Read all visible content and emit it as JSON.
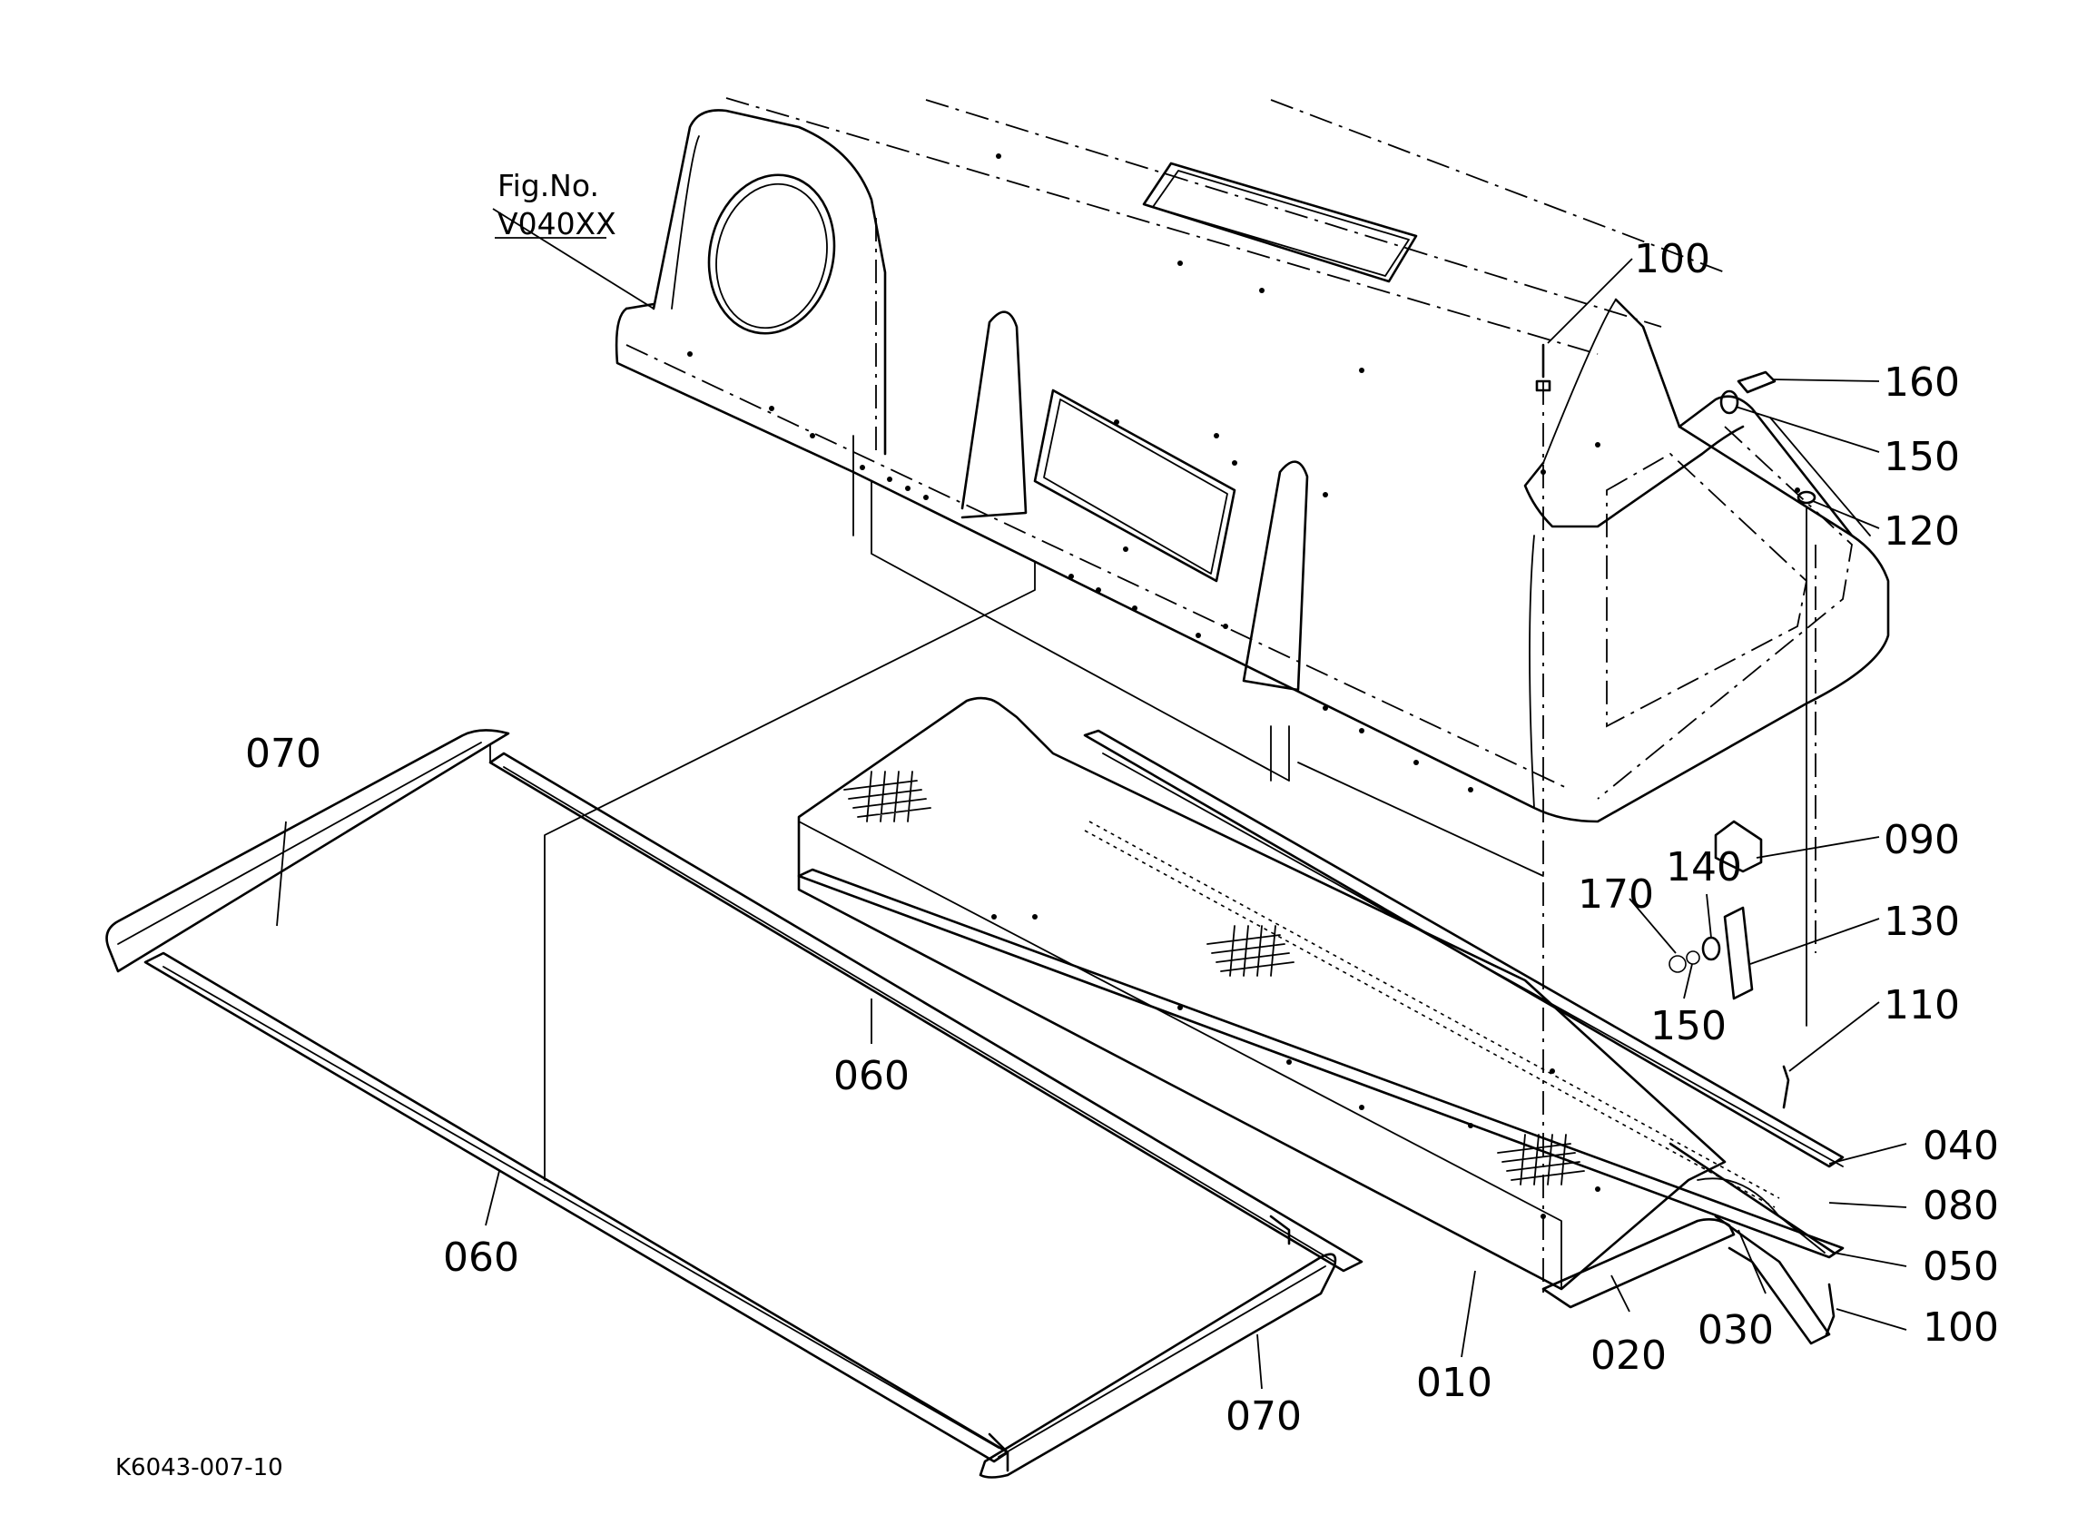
{
  "figure_ref": {
    "line1": "Fig.No.",
    "line2": "V040XX"
  },
  "callouts": [
    {
      "id": "c100a",
      "text": "100"
    },
    {
      "id": "c160",
      "text": "160"
    },
    {
      "id": "c150a",
      "text": "150"
    },
    {
      "id": "c120",
      "text": "120"
    },
    {
      "id": "c090",
      "text": "090"
    },
    {
      "id": "c140",
      "text": "140"
    },
    {
      "id": "c170",
      "text": "170"
    },
    {
      "id": "c130",
      "text": "130"
    },
    {
      "id": "c150b",
      "text": "150"
    },
    {
      "id": "c110",
      "text": "110"
    },
    {
      "id": "c040",
      "text": "040"
    },
    {
      "id": "c080",
      "text": "080"
    },
    {
      "id": "c050",
      "text": "050"
    },
    {
      "id": "c100b",
      "text": "100"
    },
    {
      "id": "c030",
      "text": "030"
    },
    {
      "id": "c020",
      "text": "020"
    },
    {
      "id": "c010",
      "text": "010"
    },
    {
      "id": "c070a",
      "text": "070"
    },
    {
      "id": "c070b",
      "text": "070"
    },
    {
      "id": "c060a",
      "text": "060"
    },
    {
      "id": "c060b",
      "text": "060"
    }
  ],
  "drawing_code": "K6043-007-10"
}
